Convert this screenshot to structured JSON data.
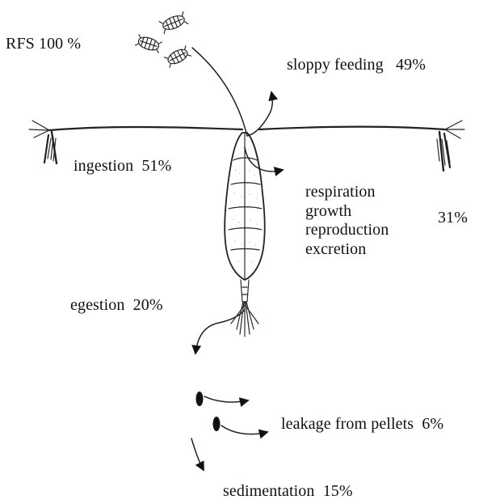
{
  "labels": {
    "rfs": "RFS 100 %",
    "sloppy": "sloppy feeding",
    "sloppy_pct": "49%",
    "ingestion": "ingestion",
    "ingestion_pct": "51%",
    "resp_lines": [
      "respiration",
      "growth",
      "reproduction",
      "excretion"
    ],
    "resp_pct": "31%",
    "egestion": "egestion",
    "egestion_pct": "20%",
    "leakage": "leakage from pellets",
    "leakage_pct": "6%",
    "sedimentation": "sedimentation",
    "sedimentation_pct": "15%"
  },
  "colors": {
    "ink": "#111111",
    "background": "#ffffff"
  },
  "icons": {
    "organism": "copepod-illustration-icon",
    "food": "diatom-cluster-icon",
    "pellet": "fecal-pellet-icon",
    "arrow": "flow-arrow-icon"
  }
}
